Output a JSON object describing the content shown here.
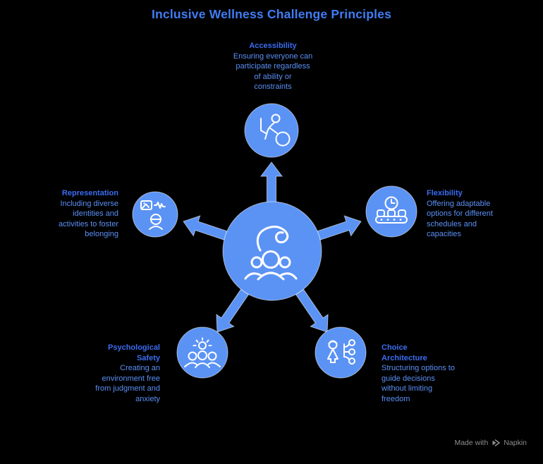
{
  "title": {
    "text": "Inclusive Wellness Challenge Principles"
  },
  "center": {
    "icon": "hand-over-people-icon"
  },
  "nodes": {
    "accessibility": {
      "heading": "Accessibility",
      "description": "Ensuring everyone can\nparticipate regardless\nof ability or\nconstraints",
      "icon": "person-exercise-ball-icon"
    },
    "flexibility": {
      "heading": "Flexibility",
      "description": "Offering adaptable\noptions for different\nschedules and\ncapacities",
      "icon": "clock-schedule-conveyor-icon"
    },
    "choice_architecture": {
      "heading": "Choice\nArchitecture",
      "description": "Structuring options to\nguide decisions\nwithout limiting\nfreedom",
      "icon": "person-decision-tree-icon"
    },
    "psychological_safety": {
      "heading": "Psychological\nSafety",
      "description": "Creating an\nenvironment free\nfrom judgment and\nanxiety",
      "icon": "group-with-sun-icon"
    },
    "representation": {
      "heading": "Representation",
      "description": "Including diverse\nidentities and\nactivities to foster\nbelonging",
      "icon": "media-identity-icon"
    }
  },
  "watermark": {
    "prefix": "Made with",
    "brand": "Napkin"
  },
  "colors": {
    "background": "#000000",
    "shape_blue": "#5B93F5",
    "title_blue": "#3F7DF5",
    "heading_blue": "#3B6CF0",
    "description_blue": "#5B90F5",
    "icon_stroke": "#FFFFFF",
    "watermark_gray": "#8E8E8E"
  }
}
